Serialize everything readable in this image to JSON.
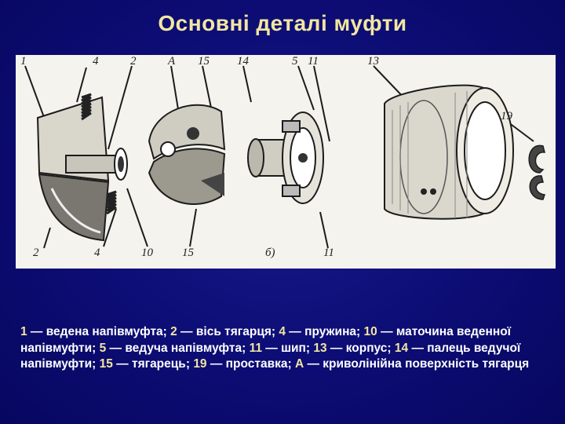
{
  "title": "Основні деталі муфти",
  "figure": {
    "labels": {
      "l1": "1",
      "l4t": "4",
      "l2t": "2",
      "lA": "А",
      "l15t": "15",
      "l14": "14",
      "l5": "5",
      "l11t": "11",
      "l13": "13",
      "l19": "19",
      "l2b": "2",
      "l4b": "4",
      "l10": "10",
      "l15b": "15",
      "lb": "б)",
      "l11b": "11"
    }
  },
  "caption": [
    {
      "num": "1",
      "text": " — ведена напівмуфта; "
    },
    {
      "num": "2",
      "text": " — вісь тягарця; "
    },
    {
      "num": "4",
      "text": " — пружина; "
    },
    {
      "num": "10",
      "text": " — маточина веденної напівмуфти; "
    },
    {
      "num": "5",
      "text": " — ведуча напівмуфта; "
    },
    {
      "num": "11",
      "text": " — шип; "
    },
    {
      "num": "13",
      "text": " — корпус; "
    },
    {
      "num": "14",
      "text": " — палець ведучої напівмуфти; "
    },
    {
      "num": "15",
      "text": " — тягарець; "
    },
    {
      "num": "19",
      "text": " — проставка; "
    },
    {
      "num": "А",
      "text": " — криволінійна поверхність тягарця"
    }
  ]
}
